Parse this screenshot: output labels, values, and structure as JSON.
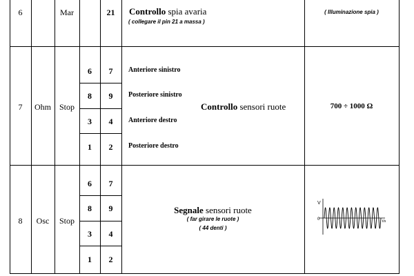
{
  "rows": [
    {
      "num": "6",
      "unit": "",
      "mode": "Mar",
      "pins": [
        {
          "a": "",
          "b": "21"
        }
      ],
      "desc_bold": "Controllo",
      "desc_text": " spia avaria",
      "desc_note": "( collegare il pin 21 a massa )",
      "value": "( Illuminazione spia )"
    },
    {
      "num": "7",
      "unit": "Ohm",
      "mode": "Stop",
      "pins": [
        {
          "a": "6",
          "b": "7",
          "label": "Anteriore sinistro"
        },
        {
          "a": "8",
          "b": "9",
          "label": "Posteriore sinistro"
        },
        {
          "a": "3",
          "b": "4",
          "label": "Anteriore destro"
        },
        {
          "a": "1",
          "b": "2",
          "label": "Posteriore destro"
        }
      ],
      "desc_bold": "Controllo",
      "desc_text": " sensori ruote",
      "value": "700  ÷  1000 Ω"
    },
    {
      "num": "8",
      "unit": "Osc",
      "mode": "Stop",
      "pins": [
        {
          "a": "6",
          "b": "7"
        },
        {
          "a": "8",
          "b": "9"
        },
        {
          "a": "3",
          "b": "4"
        },
        {
          "a": "1",
          "b": "2"
        }
      ],
      "desc_bold": "Segnale",
      "desc_text": " sensori ruote",
      "desc_note1": "( far girare le ruote )",
      "desc_note2": "( 44 denti )",
      "wave_labels": {
        "y": "V",
        "origin": "0",
        "x": "t/s"
      }
    }
  ]
}
